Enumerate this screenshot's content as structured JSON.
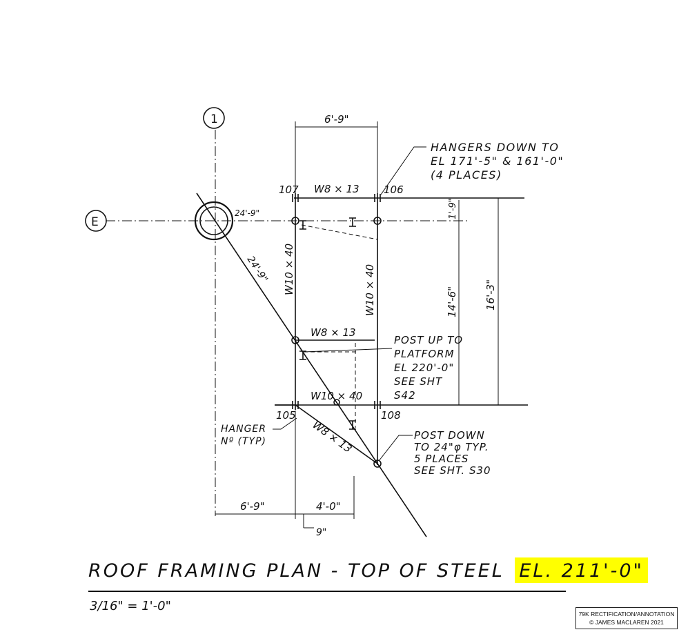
{
  "drawing": {
    "grid_bubbles": {
      "top": "1",
      "left": "E"
    },
    "dimensions": {
      "top_span": "6'-9\"",
      "angle_24_9": "24'-9\"",
      "right_small": "1'-9\"",
      "right_mid": "14'-6\"",
      "right_total": "16'-3\"",
      "diag_len": "24'-9\"",
      "bottom_left": "6'-9\"",
      "bottom_mid": "4'-0\"",
      "bottom_small": "9\""
    },
    "members": {
      "top_beam": "W8 × 13",
      "left_col": "W10 × 40",
      "right_col": "W10 × 40",
      "mid_beam": "W8 × 13",
      "bottom_beam": "W10 × 40",
      "diag_beam": "W8 × 13"
    },
    "nodes": {
      "n107": "107",
      "n106": "106",
      "n105": "105",
      "n108": "108"
    },
    "notes": {
      "hangers": [
        "HANGERS DOWN TO",
        "EL 171'-5\" & 161'-0\"",
        "(4 PLACES)"
      ],
      "post_up": [
        "POST UP TO",
        "PLATFORM",
        "EL 220'-0\"",
        "SEE SHT",
        "S42"
      ],
      "post_down": [
        "POST DOWN",
        "TO 24\"φ TYP.",
        "5 PLACES",
        "SEE SHT. S30"
      ],
      "hanger_typ": [
        "HANGER",
        "Nº (TYP)"
      ]
    }
  },
  "title": {
    "text": "ROOF FRAMING PLAN - TOP OF STEEL",
    "elevation": "EL. 211'-0\"",
    "highlight_color": "#ffff00"
  },
  "scale": "3/16\" = 1'-0\"",
  "credit": {
    "line1": "79K RECTIFICATION/ANNOTATION",
    "line2": "© JAMES MACLAREN 2021"
  }
}
